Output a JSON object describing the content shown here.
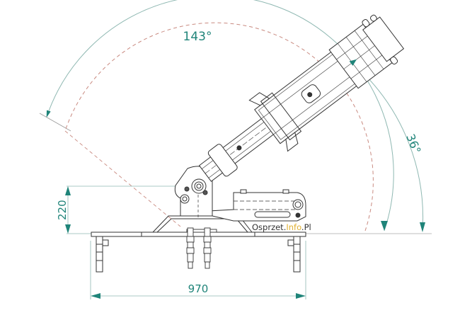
{
  "drawing": {
    "subject": "hydraulic breaker boom on base frame",
    "watermark": {
      "part1": "Osprzet.",
      "part2": "Info",
      "part3": ".Pl",
      "color_main": "#333333",
      "color_accent": "#e0b030"
    },
    "dimensions": {
      "swing_angle": "143°",
      "tilt_angle": "36°",
      "height": "220",
      "width": "970"
    },
    "colors": {
      "dimension": "#1f8479",
      "dimension_line": "#8fb8b2",
      "arc_dashed": "#c98a80",
      "lines": "#333333"
    }
  }
}
